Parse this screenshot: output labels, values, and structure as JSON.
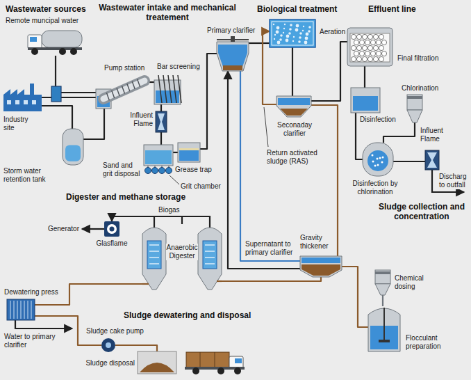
{
  "diagram": {
    "nodes": [
      {
        "text": [
          "Remote muncipal water"
        ]
      },
      {
        "text": [
          "Industry site"
        ]
      },
      {
        "text": [
          "Storm water retention tank"
        ]
      },
      {
        "text": [
          "Pump station"
        ]
      },
      {
        "text": [
          "Bar screening"
        ]
      },
      {
        "text": [
          "Influent Flame"
        ]
      },
      {
        "text": [
          "Grit chamber"
        ]
      },
      {
        "text": [
          "Grease trap"
        ]
      },
      {
        "text": [
          "Primary clarifier"
        ]
      },
      {
        "text": [
          "Aeration"
        ]
      },
      {
        "text": [
          "Seconaday clarifier"
        ]
      },
      {
        "text": [
          "Final filtration"
        ]
      },
      {
        "text": [
          "Disinfection"
        ]
      },
      {
        "text": [
          "Chlorination"
        ]
      },
      {
        "text": [
          "Influent Flame"
        ]
      },
      {
        "text": [
          "Disinfection by chlorination"
        ]
      },
      {
        "text": [
          "Glasflame"
        ]
      },
      {
        "text": [
          "Anaerobic Digester"
        ]
      },
      {
        "text": [
          "Gravity thickener"
        ]
      },
      {
        "text": [
          "Chemical dosing"
        ]
      },
      {
        "text": [
          "Dewatering press"
        ]
      },
      {
        "text": [
          "Sludge cake pump"
        ]
      },
      {
        "text": [
          "Flocculant preparation"
        ]
      },
      {
        "text": [
          "Sludge disposal"
        ]
      }
    ],
    "edges": [
      {
        "from": 0,
        "to": 3,
        "arrow": "none"
      },
      {
        "from": 1,
        "to": 3,
        "arrow": "none"
      },
      {
        "from": 1,
        "to": 2,
        "arrow": "none"
      },
      {
        "from": 2,
        "to": 3,
        "arrow": "none"
      },
      {
        "from": 3,
        "to": 4,
        "arrow": "none"
      },
      {
        "from": 4,
        "to": 5,
        "arrow": "none"
      },
      {
        "from": 5,
        "to": 6,
        "arrow": "none"
      },
      {
        "from": 6,
        "to": 7,
        "arrow": "none"
      },
      {
        "from": 7,
        "to": 8,
        "arrow": "none"
      },
      {
        "from": 8,
        "to": 9,
        "arrow": "none"
      },
      {
        "from": 9,
        "to": 10,
        "arrow": "none"
      },
      {
        "from": 10,
        "to": 9,
        "arrow": "to"
      },
      {
        "from": 10,
        "to": 11,
        "arrow": "none"
      },
      {
        "from": 11,
        "to": 12,
        "arrow": "none"
      },
      {
        "from": 12,
        "to": 15,
        "arrow": "none"
      },
      {
        "from": 13,
        "to": 15,
        "arrow": "none"
      },
      {
        "from": 15,
        "to": 14,
        "arrow": "none"
      },
      {
        "from": 8,
        "to": 18,
        "arrow": "none"
      },
      {
        "from": 10,
        "to": 18,
        "arrow": "none"
      },
      {
        "from": 18,
        "to": 8,
        "arrow": "to"
      },
      {
        "from": 22,
        "to": 18,
        "arrow": "none"
      },
      {
        "from": 19,
        "to": 22,
        "arrow": "none"
      },
      {
        "from": 18,
        "to": 17,
        "arrow": "none"
      },
      {
        "from": 17,
        "to": 16,
        "arrow": "to"
      },
      {
        "from": 17,
        "to": 20,
        "arrow": "none"
      },
      {
        "from": 20,
        "to": 21,
        "arrow": "none"
      },
      {
        "from": 21,
        "to": 23,
        "arrow": "none"
      }
    ],
    "labels": [
      "Wastewater sources",
      "Wastewater intake and mechanical treatement",
      "Biological treatment",
      "Effluent line",
      "Sand and grit disposal",
      "Return activated sludge (RAS)",
      "Discharg to outfall",
      "Sludge collection and concentration",
      "Digester and methane storage",
      "Generator",
      "Biogas",
      "Supernatant to primary clarifier",
      "Sludge dewatering and disposal",
      "Water to primary clarifier"
    ]
  }
}
